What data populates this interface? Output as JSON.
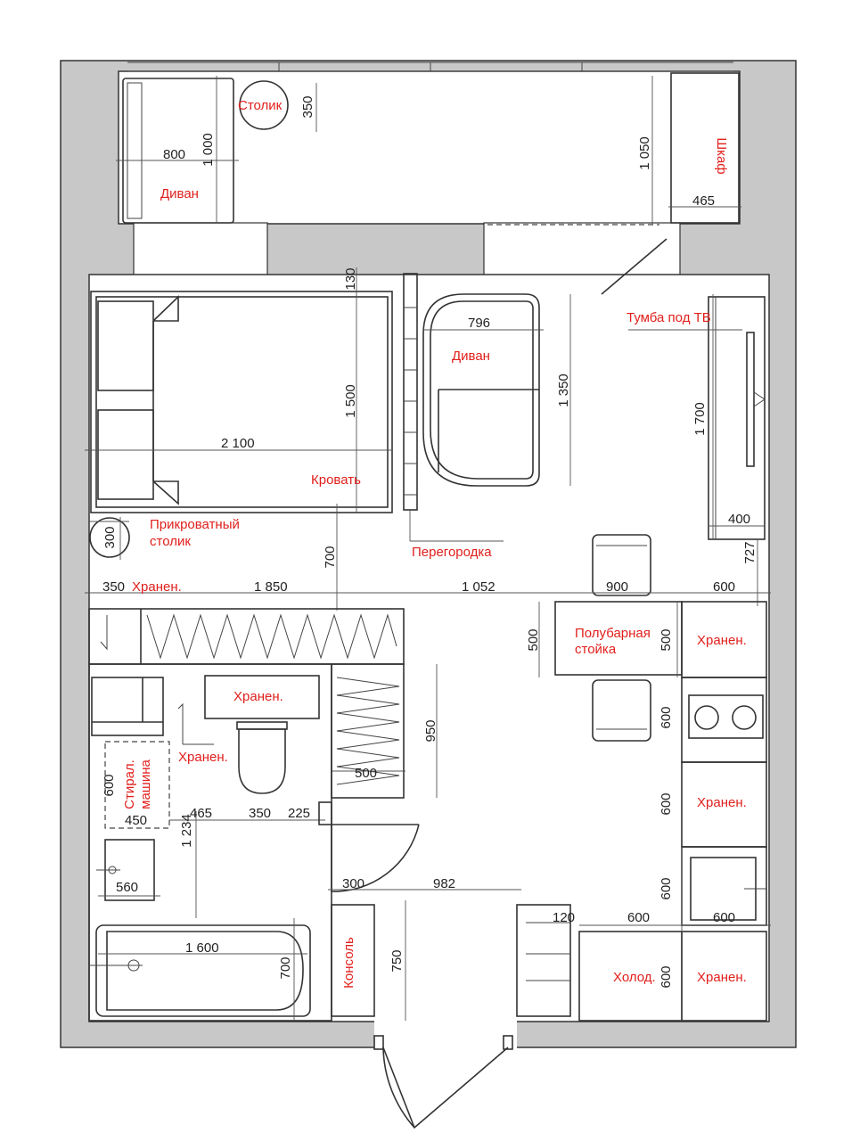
{
  "colors": {
    "wall": "#c8c8c8",
    "label": "#e0201c",
    "line": "#333333",
    "background": "#ffffff"
  },
  "labels": {
    "stolik": "Столик",
    "divan_balcony": "Диван",
    "shkaf": "Шкаф",
    "krovat": "Кровать",
    "divan_main": "Диван",
    "tv_stand": "Тумба под ТВ",
    "bedside_1": "Прикроватный",
    "bedside_2": "столик",
    "partition": "Перегородка",
    "storage_top": "Хранен.",
    "bar_1": "Полубарная",
    "bar_2": "стойка",
    "storage_right_1": "Хранен.",
    "storage_wc": "Хранен.",
    "storage_wc2": "Хранен.",
    "washer_1": "Стирал.",
    "washer_2": "машина",
    "storage_right_2": "Хранен.",
    "console": "Консоль",
    "fridge": "Холод.",
    "storage_right_3": "Хранен."
  },
  "dimensions": {
    "d800": "800",
    "d1000": "1 000",
    "d350_table": "350",
    "d1050": "1 050",
    "d465_top": "465",
    "d130": "130",
    "d2100": "2 100",
    "d1500": "1 500",
    "d796": "796",
    "d1350": "1 350",
    "d1700": "1 700",
    "d400": "400",
    "d727": "727",
    "d300_bed": "300",
    "d700_mid": "700",
    "d350_row": "350",
    "d1850": "1 850",
    "d1052": "1 052",
    "d900": "900",
    "d600_row": "600",
    "d500_bar": "500",
    "d500_bar2": "500",
    "d950": "950",
    "d600_k1": "600",
    "d500_wd": "500",
    "d600_wash": "600",
    "d450": "450",
    "d465_bath": "465",
    "d350_wc": "350",
    "d225": "225",
    "d1234": "1 234",
    "d600_k2": "600",
    "d560": "560",
    "d600_k3": "600",
    "d300_door": "300",
    "d982": "982",
    "d120": "120",
    "d600_b1": "600",
    "d600_b2": "600",
    "d1600": "1 600",
    "d700_bath": "700",
    "d750": "750",
    "d600_k4": "600"
  }
}
